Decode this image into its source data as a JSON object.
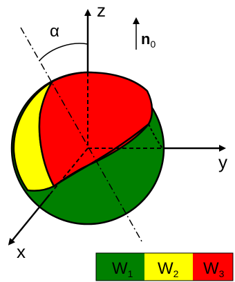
{
  "axes": {
    "z_label": "z",
    "y_label": "y",
    "x_label": "x"
  },
  "angle_label": "α",
  "normal_vector": {
    "symbol": "n",
    "subscript": "0"
  },
  "legend": [
    {
      "name_letter": "W",
      "name_sub": "1",
      "color": "#008000"
    },
    {
      "name_letter": "W",
      "name_sub": "2",
      "color": "#ffff00"
    },
    {
      "name_letter": "W",
      "name_sub": "3",
      "color": "#ff0000"
    }
  ],
  "colors": {
    "green": "#008000",
    "yellow": "#ffff00",
    "red": "#ff0000",
    "outline": "#000000"
  }
}
